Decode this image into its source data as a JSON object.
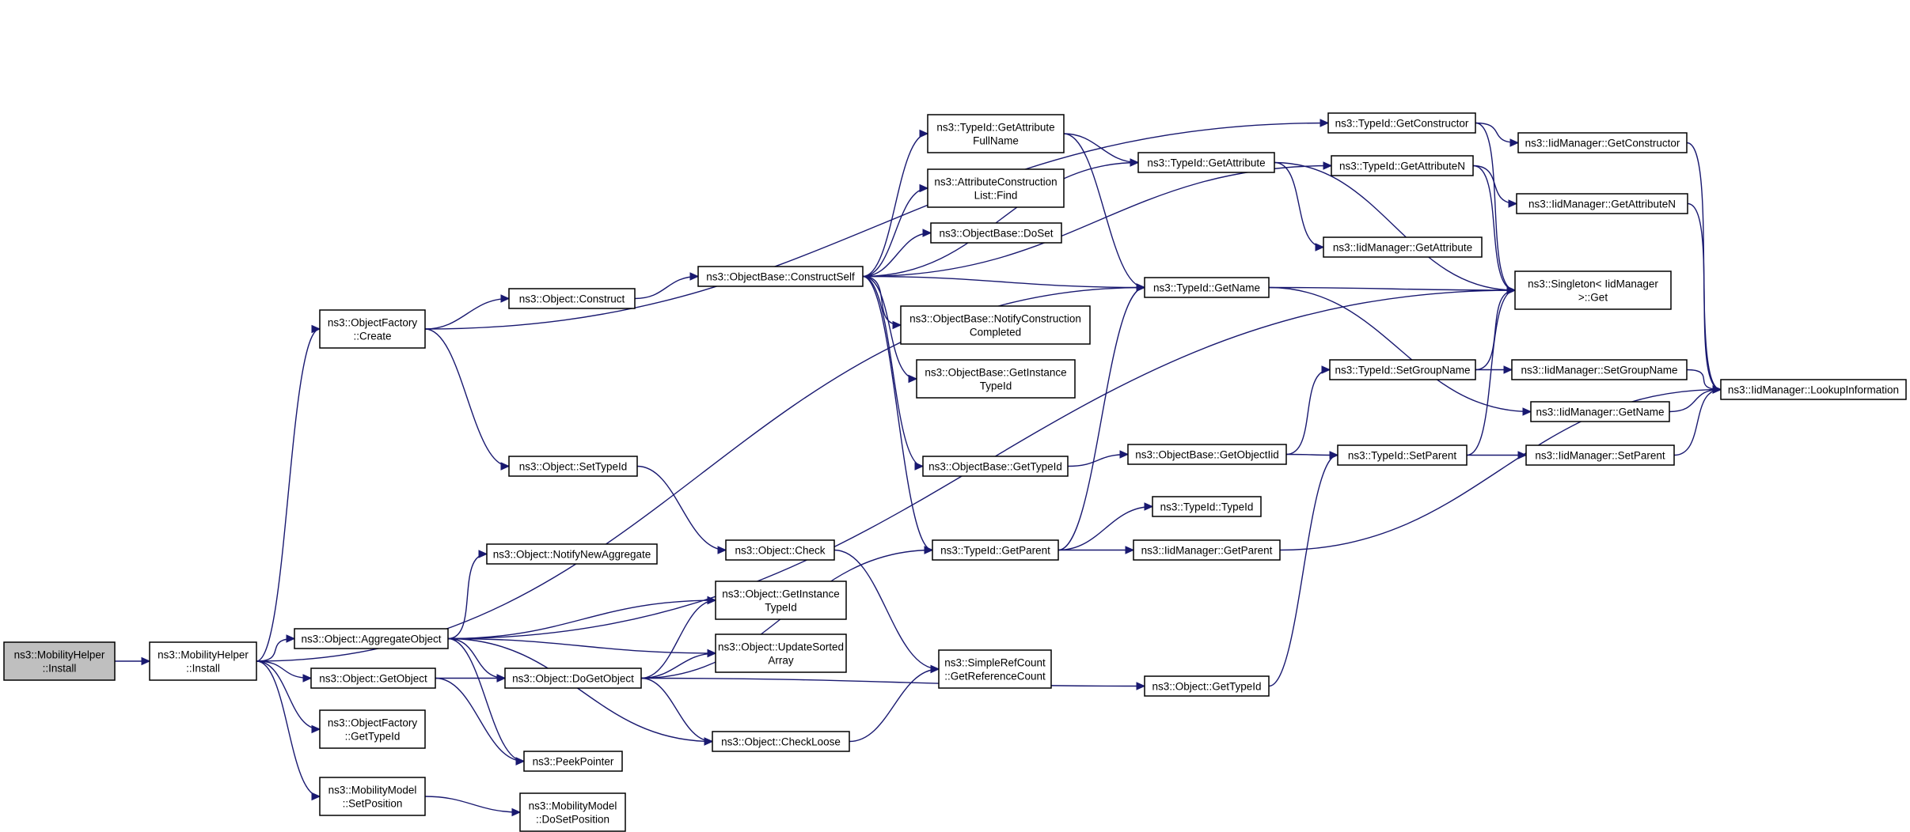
{
  "diagram": {
    "colors": {
      "edge": "#191970",
      "root_fill": "#bfbfbf",
      "node_fill": "#ffffff",
      "node_border": "#000000"
    },
    "nodes": [
      {
        "id": "root",
        "lines": [
          "ns3::MobilityHelper",
          "::Install"
        ],
        "root": true
      },
      {
        "id": "mhinst",
        "lines": [
          "ns3::MobilityHelper",
          "::Install"
        ]
      },
      {
        "id": "ofcreate",
        "lines": [
          "ns3::ObjectFactory",
          "::Create"
        ]
      },
      {
        "id": "aggobj",
        "lines": [
          "ns3::Object::AggregateObject"
        ]
      },
      {
        "id": "getobj",
        "lines": [
          "ns3::Object::GetObject"
        ]
      },
      {
        "id": "ofgettid",
        "lines": [
          "ns3::ObjectFactory",
          "::GetTypeId"
        ]
      },
      {
        "id": "mmsetpos",
        "lines": [
          "ns3::MobilityModel",
          "::SetPosition"
        ]
      },
      {
        "id": "construct",
        "lines": [
          "ns3::Object::Construct"
        ]
      },
      {
        "id": "settypeid",
        "lines": [
          "ns3::Object::SetTypeId"
        ]
      },
      {
        "id": "notifynew",
        "lines": [
          "ns3::Object::NotifyNewAggregate"
        ]
      },
      {
        "id": "dogetobj",
        "lines": [
          "ns3::Object::DoGetObject"
        ]
      },
      {
        "id": "peek",
        "lines": [
          "ns3::PeekPointer"
        ]
      },
      {
        "id": "mmdoset",
        "lines": [
          "ns3::MobilityModel",
          "::DoSetPosition"
        ]
      },
      {
        "id": "constructself",
        "lines": [
          "ns3::ObjectBase::ConstructSelf"
        ]
      },
      {
        "id": "check",
        "lines": [
          "ns3::Object::Check"
        ]
      },
      {
        "id": "objgetinst",
        "lines": [
          "ns3::Object::GetInstance",
          "TypeId"
        ]
      },
      {
        "id": "updsorted",
        "lines": [
          "ns3::Object::UpdateSorted",
          "Array"
        ]
      },
      {
        "id": "checkloose",
        "lines": [
          "ns3::Object::CheckLoose"
        ]
      },
      {
        "id": "tidgetattrfull",
        "lines": [
          "ns3::TypeId::GetAttribute",
          "FullName"
        ]
      },
      {
        "id": "acfind",
        "lines": [
          "ns3::AttributeConstruction",
          "List::Find"
        ]
      },
      {
        "id": "obdoset",
        "lines": [
          "ns3::ObjectBase::DoSet"
        ]
      },
      {
        "id": "obnotify",
        "lines": [
          "ns3::ObjectBase::NotifyConstruction",
          "Completed"
        ]
      },
      {
        "id": "obgetinst",
        "lines": [
          "ns3::ObjectBase::GetInstance",
          "TypeId"
        ]
      },
      {
        "id": "obgettid",
        "lines": [
          "ns3::ObjectBase::GetTypeId"
        ]
      },
      {
        "id": "tidgetparent",
        "lines": [
          "ns3::TypeId::GetParent"
        ]
      },
      {
        "id": "srcgetref",
        "lines": [
          "ns3::SimpleRefCount",
          "::GetReferenceCount"
        ]
      },
      {
        "id": "tidgetattr",
        "lines": [
          "ns3::TypeId::GetAttribute"
        ]
      },
      {
        "id": "tidgetname",
        "lines": [
          "ns3::TypeId::GetName"
        ]
      },
      {
        "id": "obgetoid",
        "lines": [
          "ns3::ObjectBase::GetObjectIid"
        ]
      },
      {
        "id": "tidtypeid",
        "lines": [
          "ns3::TypeId::TypeId"
        ]
      },
      {
        "id": "iidgetparent",
        "lines": [
          "ns3::IidManager::GetParent"
        ]
      },
      {
        "id": "objgettid",
        "lines": [
          "ns3::Object::GetTypeId"
        ]
      },
      {
        "id": "tidgetctor",
        "lines": [
          "ns3::TypeId::GetConstructor"
        ]
      },
      {
        "id": "tidgetattrn",
        "lines": [
          "ns3::TypeId::GetAttributeN"
        ]
      },
      {
        "id": "iidgetattr",
        "lines": [
          "ns3::IidManager::GetAttribute"
        ]
      },
      {
        "id": "tidsetgroup",
        "lines": [
          "ns3::TypeId::SetGroupName"
        ]
      },
      {
        "id": "tidsetparent",
        "lines": [
          "ns3::TypeId::SetParent"
        ]
      },
      {
        "id": "iidgetctor",
        "lines": [
          "ns3::IidManager::GetConstructor"
        ]
      },
      {
        "id": "iidgetattrn",
        "lines": [
          "ns3::IidManager::GetAttributeN"
        ]
      },
      {
        "id": "singleton",
        "lines": [
          "ns3::Singleton< IidManager",
          " >::Get"
        ]
      },
      {
        "id": "iidsetgroup",
        "lines": [
          "ns3::IidManager::SetGroupName"
        ]
      },
      {
        "id": "iidgetname",
        "lines": [
          "ns3::IidManager::GetName"
        ]
      },
      {
        "id": "iidsetparent",
        "lines": [
          "ns3::IidManager::SetParent"
        ]
      },
      {
        "id": "lookup",
        "lines": [
          "ns3::IidManager::LookupInformation"
        ]
      }
    ],
    "edges": [
      [
        "root",
        "mhinst"
      ],
      [
        "mhinst",
        "ofcreate"
      ],
      [
        "mhinst",
        "aggobj"
      ],
      [
        "mhinst",
        "getobj"
      ],
      [
        "mhinst",
        "ofgettid"
      ],
      [
        "mhinst",
        "mmsetpos"
      ],
      [
        "mhinst",
        "tidgetname"
      ],
      [
        "ofcreate",
        "construct"
      ],
      [
        "ofcreate",
        "settypeid"
      ],
      [
        "ofcreate",
        "tidgetctor"
      ],
      [
        "aggobj",
        "notifynew"
      ],
      [
        "aggobj",
        "objgetinst"
      ],
      [
        "aggobj",
        "updsorted"
      ],
      [
        "aggobj",
        "dogetobj"
      ],
      [
        "aggobj",
        "checkloose"
      ],
      [
        "aggobj",
        "peek"
      ],
      [
        "aggobj",
        "singleton"
      ],
      [
        "getobj",
        "dogetobj"
      ],
      [
        "getobj",
        "peek"
      ],
      [
        "mmsetpos",
        "mmdoset"
      ],
      [
        "construct",
        "constructself"
      ],
      [
        "settypeid",
        "check"
      ],
      [
        "dogetobj",
        "objgetinst"
      ],
      [
        "dogetobj",
        "updsorted"
      ],
      [
        "dogetobj",
        "checkloose"
      ],
      [
        "dogetobj",
        "tidgetparent"
      ],
      [
        "dogetobj",
        "objgettid"
      ],
      [
        "check",
        "srcgetref"
      ],
      [
        "checkloose",
        "srcgetref"
      ],
      [
        "constructself",
        "tidgetattrfull"
      ],
      [
        "constructself",
        "acfind"
      ],
      [
        "constructself",
        "obdoset"
      ],
      [
        "constructself",
        "obnotify"
      ],
      [
        "constructself",
        "obgetinst"
      ],
      [
        "constructself",
        "obgettid"
      ],
      [
        "constructself",
        "tidgetparent"
      ],
      [
        "constructself",
        "tidgetname"
      ],
      [
        "constructself",
        "tidgetattr"
      ],
      [
        "constructself",
        "tidgetattrn"
      ],
      [
        "tidgetattrfull",
        "tidgetattr"
      ],
      [
        "tidgetattrfull",
        "tidgetname"
      ],
      [
        "obgettid",
        "obgetoid"
      ],
      [
        "tidgetparent",
        "tidtypeid"
      ],
      [
        "tidgetparent",
        "iidgetparent"
      ],
      [
        "tidgetparent",
        "tidgetname"
      ],
      [
        "objgettid",
        "tidsetparent"
      ],
      [
        "tidgetattr",
        "iidgetattr"
      ],
      [
        "tidgetattr",
        "singleton"
      ],
      [
        "tidgetname",
        "singleton"
      ],
      [
        "tidgetname",
        "iidgetname"
      ],
      [
        "obgetoid",
        "tidsetgroup"
      ],
      [
        "obgetoid",
        "tidsetparent"
      ],
      [
        "iidgetparent",
        "lookup"
      ],
      [
        "tidgetctor",
        "iidgetctor"
      ],
      [
        "tidgetctor",
        "singleton"
      ],
      [
        "tidgetattrn",
        "iidgetattrn"
      ],
      [
        "tidgetattrn",
        "singleton"
      ],
      [
        "tidsetgroup",
        "iidsetgroup"
      ],
      [
        "tidsetgroup",
        "singleton"
      ],
      [
        "tidsetparent",
        "iidsetparent"
      ],
      [
        "tidsetparent",
        "singleton"
      ],
      [
        "iidgetctor",
        "lookup"
      ],
      [
        "iidgetattrn",
        "lookup"
      ],
      [
        "iidsetgroup",
        "lookup"
      ],
      [
        "iidgetname",
        "lookup"
      ],
      [
        "iidsetparent",
        "lookup"
      ]
    ]
  }
}
